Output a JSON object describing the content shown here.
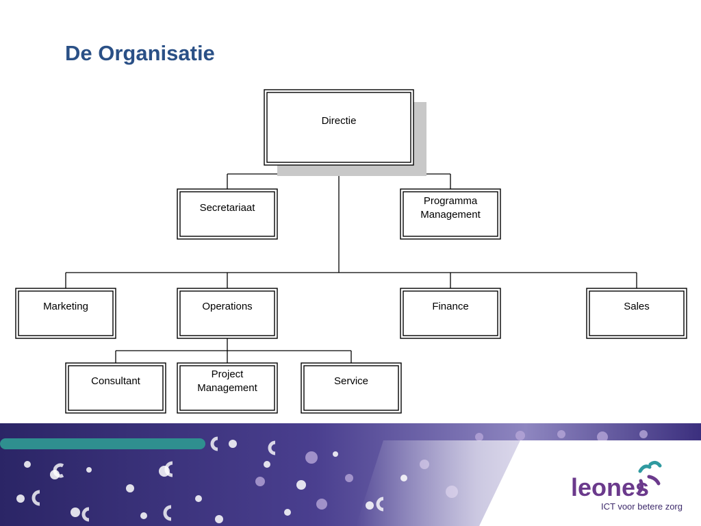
{
  "slide": {
    "title": "De Organisatie"
  },
  "org_chart": {
    "nodes": [
      {
        "id": "directie",
        "lines": [
          "Directie"
        ]
      },
      {
        "id": "secretariaat",
        "lines": [
          "Secretariaat"
        ]
      },
      {
        "id": "programma",
        "lines": [
          "Programma",
          "Management"
        ]
      },
      {
        "id": "marketing",
        "lines": [
          "Marketing"
        ]
      },
      {
        "id": "operations",
        "lines": [
          "Operations"
        ]
      },
      {
        "id": "finance",
        "lines": [
          "Finance"
        ]
      },
      {
        "id": "sales",
        "lines": [
          "Sales"
        ]
      },
      {
        "id": "consultant",
        "lines": [
          "Consultant"
        ]
      },
      {
        "id": "project",
        "lines": [
          "Project",
          "Management"
        ]
      },
      {
        "id": "service",
        "lines": [
          "Service"
        ]
      }
    ],
    "edges": [
      [
        "directie",
        "secretariaat"
      ],
      [
        "directie",
        "programma"
      ],
      [
        "directie",
        "marketing"
      ],
      [
        "directie",
        "operations"
      ],
      [
        "directie",
        "finance"
      ],
      [
        "directie",
        "sales"
      ],
      [
        "operations",
        "consultant"
      ],
      [
        "operations",
        "project"
      ],
      [
        "operations",
        "service"
      ]
    ]
  },
  "brand": {
    "logo_text": "leones",
    "tagline": "ICT voor betere zorg",
    "colors": {
      "title": "#2a5086",
      "logo": "#6b3a8c",
      "teal": "#2f8f8f",
      "band": "#3a2f7a"
    }
  }
}
